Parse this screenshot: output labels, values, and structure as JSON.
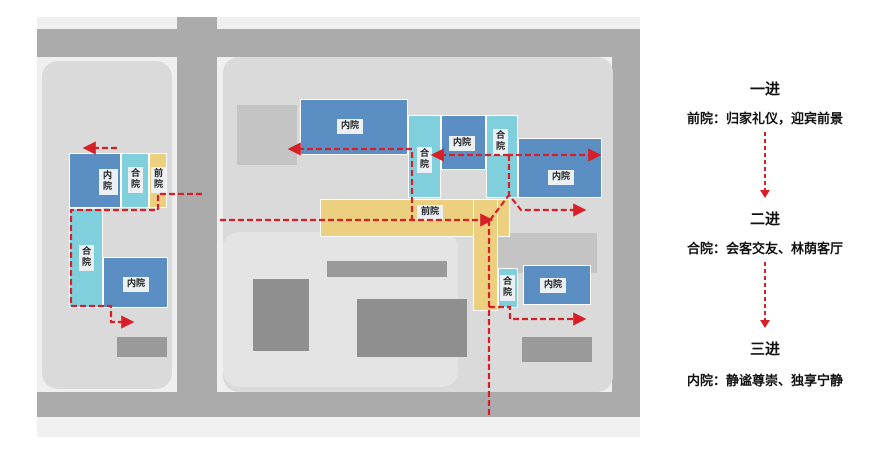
{
  "diagram": {
    "type": "site-plan",
    "zone_colors": {
      "inner_courtyard": "#5b8ec2",
      "middle_courtyard": "#7fd0dc",
      "front_courtyard": "#ecd07f",
      "route": "#d61f26",
      "road": "#ababab"
    },
    "labels": {
      "inner": "内院",
      "middle": "合院",
      "front": "前院"
    },
    "map_zones": [
      {
        "id": "west-inner-top",
        "type": "inner",
        "label": "内院"
      },
      {
        "id": "west-middle-top",
        "type": "middle",
        "label": "合院"
      },
      {
        "id": "west-front",
        "type": "front",
        "label": "前院"
      },
      {
        "id": "west-middle-bottom",
        "type": "middle",
        "label": "合院"
      },
      {
        "id": "west-inner-bottom",
        "type": "inner",
        "label": "内院"
      },
      {
        "id": "east-inner-north",
        "type": "inner",
        "label": "内院"
      },
      {
        "id": "east-middle-1",
        "type": "middle",
        "label": "合院"
      },
      {
        "id": "east-inner-center",
        "type": "inner",
        "label": "内院"
      },
      {
        "id": "east-middle-2",
        "type": "middle",
        "label": "合院"
      },
      {
        "id": "east-inner-east",
        "type": "inner",
        "label": "内院"
      },
      {
        "id": "east-front",
        "type": "front",
        "label": "前院"
      },
      {
        "id": "east-middle-3",
        "type": "middle",
        "label": "合院"
      },
      {
        "id": "east-inner-south",
        "type": "inner",
        "label": "内院"
      }
    ]
  },
  "legend": {
    "stages": [
      {
        "title": "一进",
        "description": "前院：归家礼仪，迎宾前景"
      },
      {
        "title": "二进",
        "description": "合院：会客交友、林荫客厅"
      },
      {
        "title": "三进",
        "description": "内院：静谧尊崇、独享宁静"
      }
    ]
  }
}
